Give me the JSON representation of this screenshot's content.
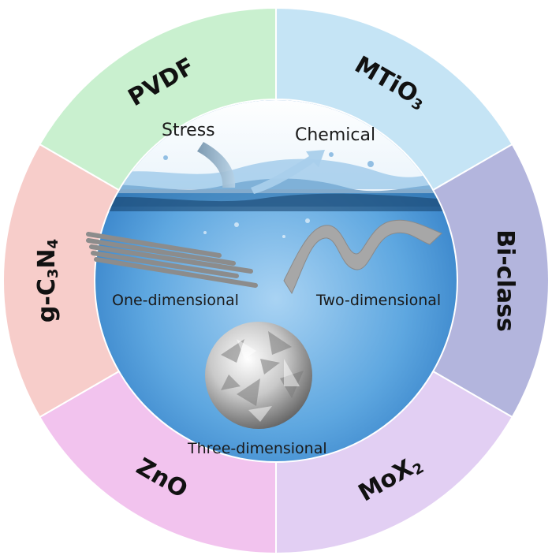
{
  "ring": {
    "segments": [
      {
        "id": "mtio3",
        "label": "MTiO",
        "sub": "3",
        "color": "#c5e4f5"
      },
      {
        "id": "bi-class",
        "label": "Bi-class",
        "sub": "",
        "color": "#b3b5dd"
      },
      {
        "id": "mox2",
        "label": "MoX",
        "sub": "2",
        "color": "#e2cff3"
      },
      {
        "id": "zno",
        "label": "ZnO",
        "sub": "",
        "color": "#f2c3ee"
      },
      {
        "id": "g-c3n4",
        "label": "g-C",
        "sub": "3",
        "label2": "N",
        "sub2": "4",
        "color": "#f7cdca"
      },
      {
        "id": "pvdf",
        "label": "PVDF",
        "sub": "",
        "color": "#c9f0cf"
      }
    ]
  },
  "center": {
    "stress_label": "Stress",
    "chemical_label": "Chemical",
    "one_dimensional_label": "One-dimensional",
    "two_dimensional_label": "Two-dimensional",
    "three_dimensional_label": "Three-dimensional"
  }
}
